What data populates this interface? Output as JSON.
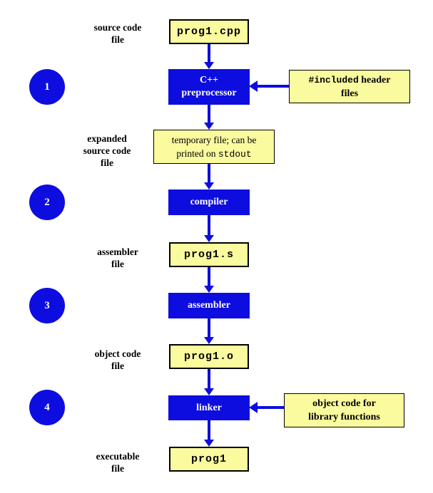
{
  "colors": {
    "process_blue": "#0d0de0",
    "file_yellow": "#fafa9e",
    "arrow_blue": "#0d0de0",
    "text_white": "#ffffff",
    "text_black": "#000000"
  },
  "step_circles": [
    {
      "number": "1"
    },
    {
      "number": "2"
    },
    {
      "number": "3"
    },
    {
      "number": "4"
    }
  ],
  "side_labels": [
    {
      "lines": [
        "source code",
        "file"
      ]
    },
    {
      "lines": [
        "expanded",
        "source code",
        "file"
      ]
    },
    {
      "lines": [
        "assembler",
        "file"
      ]
    },
    {
      "lines": [
        "object code",
        "file"
      ]
    },
    {
      "lines": [
        "executable",
        "file"
      ]
    }
  ],
  "file_boxes": [
    {
      "name": "prog1.cpp"
    },
    {
      "name": "prog1.s"
    },
    {
      "name": "prog1.o"
    },
    {
      "name": "prog1"
    }
  ],
  "process_boxes": [
    {
      "line1": "C++",
      "line2": "preprocessor"
    },
    {
      "line1": "compiler"
    },
    {
      "line1": "assembler"
    },
    {
      "line1": "linker"
    }
  ],
  "temp_file_box": {
    "line1": "temporary file; can be",
    "line2_serif": "printed on ",
    "line2_mono": "stdout"
  },
  "header_files_box": {
    "line1_mono": "#included",
    "line1_serif": " header",
    "line2": "files"
  },
  "library_box": {
    "line1": "object code for",
    "line2": "library functions"
  }
}
